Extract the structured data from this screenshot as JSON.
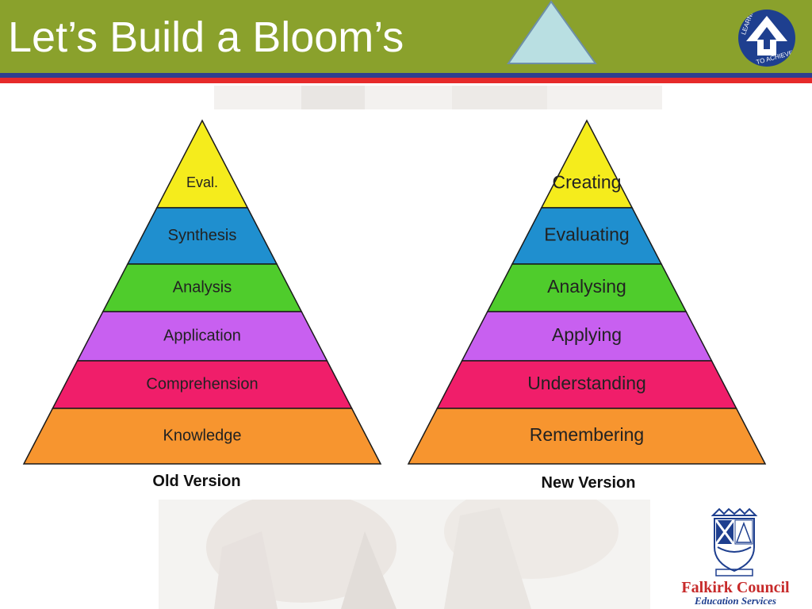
{
  "slide": {
    "title": "Let’s Build a Bloom’s"
  },
  "logo": {
    "line1": "LEARNING",
    "line2": "TO ACHIEVE",
    "badge_color": "#1e3f8f"
  },
  "pyramids": [
    {
      "caption": "Old Version",
      "levels": [
        "Eval.",
        "Synthesis",
        "Analysis",
        "Application",
        "Comprehension",
        "Knowledge"
      ]
    },
    {
      "caption": "New Version",
      "levels": [
        "Creating",
        "Evaluating",
        "Analysing",
        "Applying",
        "Understanding",
        "Remembering"
      ]
    }
  ],
  "colors": {
    "header": "#8aa12c",
    "band_blue": "#2f3f8f",
    "band_red": "#e62a2a",
    "level_colors": [
      "#f5ec1c",
      "#1f8fcf",
      "#4fcc2c",
      "#c860f0",
      "#f01e6a",
      "#f7952f"
    ]
  },
  "council": {
    "name": "Falkirk Council",
    "subtitle": "Education Services"
  }
}
